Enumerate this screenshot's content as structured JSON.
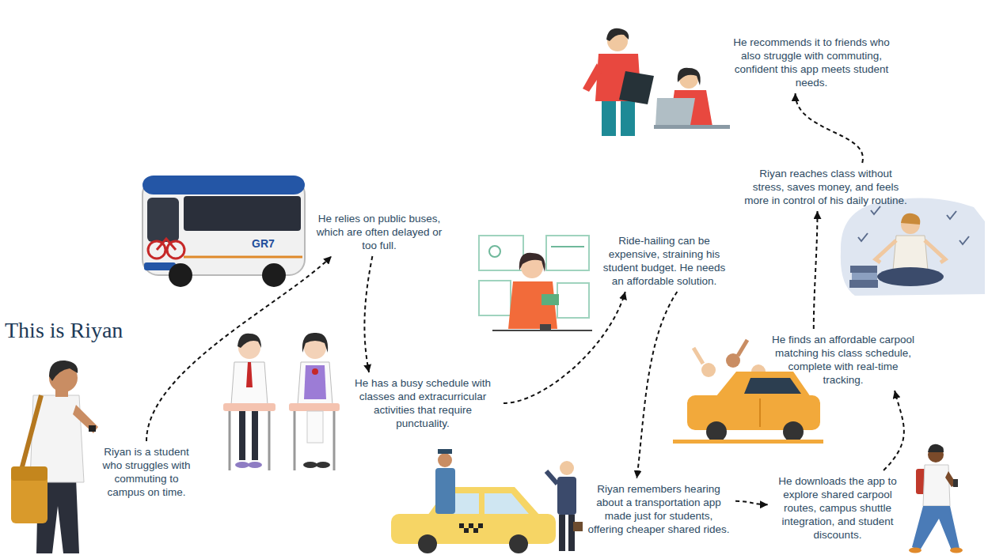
{
  "diagram": {
    "title": "This is Riyan",
    "nodes": [
      {
        "text": [
          "Riyan is a student who struggles with commuting to campus on time."
        ]
      },
      {
        "text": [
          "He relies on public buses, which are often delayed or too full."
        ]
      },
      {
        "text": [
          "He has a busy schedule with classes and extracurricular activities that require punctuality."
        ]
      },
      {
        "text": [
          "Ride-hailing can be expensive, straining his student budget. He needs an affordable solution."
        ]
      },
      {
        "text": [
          "Riyan remembers hearing about a transportation app made just for students, offering cheaper shared rides."
        ]
      },
      {
        "text": [
          "He downloads the app to explore shared carpool routes, campus shuttle integration, and student discounts."
        ]
      },
      {
        "text": [
          "He finds an affordable carpool matching his class schedule, complete with real-time tracking."
        ]
      },
      {
        "text": [
          "Riyan reaches class without stress, saves money, and feels more in control of his daily routine."
        ]
      },
      {
        "text": [
          "He recommends it to friends who also struggle with commuting, confident this app meets student needs."
        ]
      }
    ],
    "edges": [
      {
        "from": 0,
        "to": 1,
        "arrow": "to"
      },
      {
        "from": 1,
        "to": 2,
        "arrow": "to"
      },
      {
        "from": 2,
        "to": 3,
        "arrow": "to"
      },
      {
        "from": 3,
        "to": 4,
        "arrow": "to"
      },
      {
        "from": 4,
        "to": 5,
        "arrow": "to"
      },
      {
        "from": 5,
        "to": 6,
        "arrow": "to"
      },
      {
        "from": 6,
        "to": 7,
        "arrow": "to"
      },
      {
        "from": 7,
        "to": 8,
        "arrow": "to"
      }
    ],
    "labels": [
      "GR7"
    ]
  }
}
